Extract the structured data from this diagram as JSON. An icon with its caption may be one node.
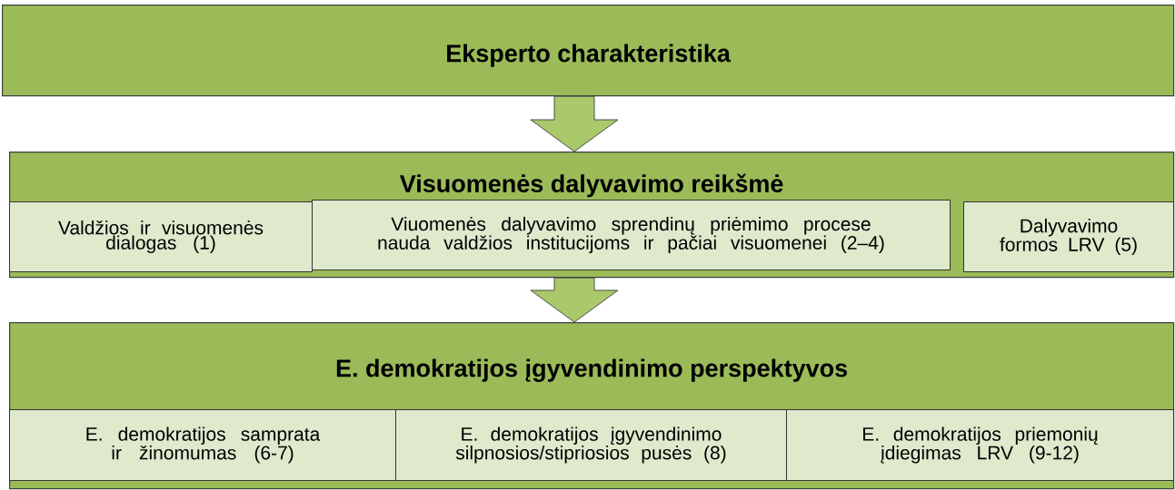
{
  "diagram": {
    "nodes": [
      {
        "text": [
          "Eksperto charakteristika"
        ]
      },
      {
        "text": [
          "Visuomenės dalyvavimo reikšmė"
        ]
      },
      {
        "text": [
          "Valdžios ir visuomenės dialogas (1)"
        ],
        "in": 1
      },
      {
        "text": [
          "Viuomenės dalyvavimo sprendinų priėmimo procese nauda valdžios institucijoms ir pačiai visuomenei (2–4)"
        ],
        "in": 1
      },
      {
        "text": [
          "Dalyvavimo formos LRV (5)"
        ],
        "in": 1
      },
      {
        "text": [
          "E. demokratijos įgyvendinimo perspektyvos"
        ]
      },
      {
        "text": [
          "E. demokratijos samprata  ir žinomumas (6-7)"
        ],
        "in": 5
      },
      {
        "text": [
          "E. demokratijos įgyvendinimo silpnosios/stipriosios pusės (8)"
        ],
        "in": 5
      },
      {
        "text": [
          "E. demokratijos priemonių įdiegimas LRV (9-12)"
        ],
        "in": 5
      }
    ],
    "edges": [
      {
        "from": 0,
        "to": 1,
        "arrow": "to"
      },
      {
        "from": 1,
        "to": 5,
        "arrow": "to"
      }
    ]
  }
}
